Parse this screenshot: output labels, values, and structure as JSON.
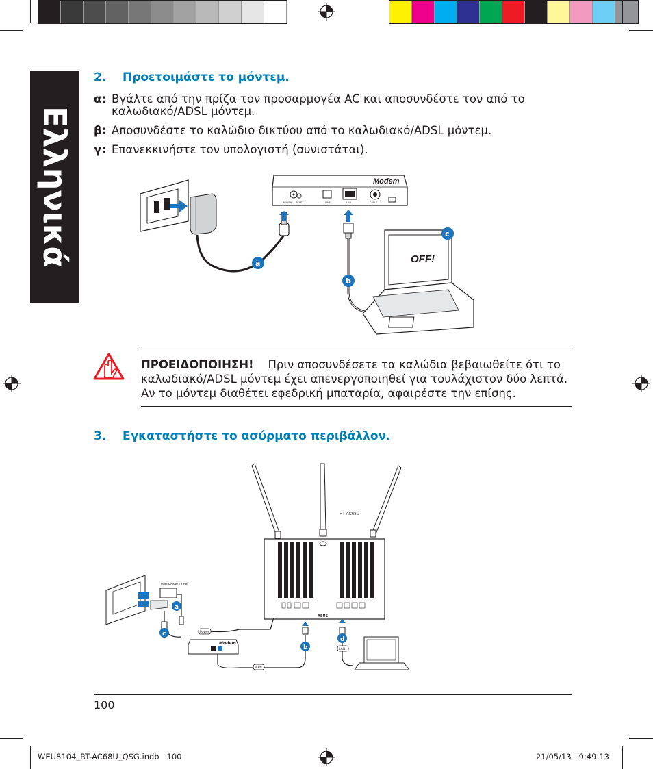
{
  "print_marks": {
    "gray_swatches": [
      "#231f20",
      "#3a3a3a",
      "#4d4d4d",
      "#626262",
      "#777777",
      "#8c8c8c",
      "#a2a2a2",
      "#b9b9b9",
      "#d0d0d0",
      "#e6e6e6",
      "#ffffff"
    ],
    "color_swatches": [
      "#fff200",
      "#ec008c",
      "#00aeef",
      "#2e3192",
      "#00a651",
      "#ed1c24",
      "#231f20",
      "#fff799",
      "#f49ac1",
      "#6dcff6",
      "#939598"
    ]
  },
  "side_tab": {
    "label": "Ελληνικά"
  },
  "section2": {
    "heading": "2.    Προετοιμάστε το μόντεμ.",
    "steps": [
      {
        "marker": "α:",
        "line1": "Βγάλτε από την πρίζα τον προσαρμογέα AC και αποσυνδέστε τον από το",
        "line2": "καλωδιακό/ADSL μόντεμ."
      },
      {
        "marker": "β:",
        "line1": "Αποσυνδέστε το καλώδιο δικτύου από το καλωδιακό/ADSL μόντεμ."
      },
      {
        "marker": "γ:",
        "line1": "Επανεκκινήστε τον υπολογιστή (συνιστάται)."
      }
    ]
  },
  "diagram1": {
    "modem_label": "Modem",
    "port_labels": [
      "POWER",
      "RESET",
      "LINE",
      "LAN",
      "CABLE"
    ],
    "laptop_screen": "OFF!",
    "callouts": [
      "a",
      "b",
      "c"
    ]
  },
  "warning": {
    "title": "ΠΡΟΕΙΔΟΠΟΙΗΣΗ!",
    "text": "Πριν αποσυνδέσετε τα καλώδια βεβαιωθείτε ότι το καλωδιακό/ADSL μόντεμ έχει απενεργοποιηθεί για τουλάχιστον δύο λεπτά. Αν το μόντεμ διαθέτει εφεδρική μπαταρία, αφαιρέστε την επίσης.",
    "icon": "warning-hand-icon"
  },
  "section3": {
    "heading": "3.    Εγκαταστήστε το ασύρματο περιβάλλον."
  },
  "diagram2": {
    "router_model": "RT-AC68U",
    "wall_outlet_label": "Wall Power Outlet",
    "power_label": "Power",
    "modem_label": "Modem",
    "wan_label": "WAN",
    "lan_label": "LAN",
    "brand": "ASUS",
    "callouts": [
      "a",
      "b",
      "c",
      "d"
    ]
  },
  "page_number": "100",
  "footer": {
    "file": "WEU8104_RT-AC68U_QSG.indb   100",
    "date": "21/05/13   9:49:13"
  }
}
